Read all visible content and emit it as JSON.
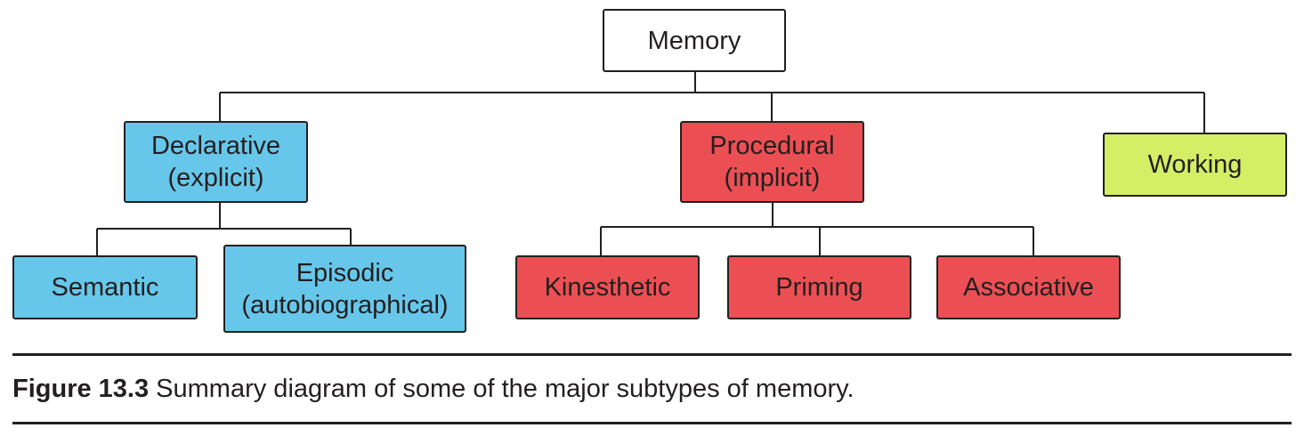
{
  "diagram": {
    "root": {
      "label": "Memory"
    },
    "declarative": {
      "line1": "Declarative",
      "line2": "(explicit)"
    },
    "procedural": {
      "line1": "Procedural",
      "line2": "(implicit)"
    },
    "working": {
      "label": "Working"
    },
    "semantic": {
      "label": "Semantic"
    },
    "episodic": {
      "line1": "Episodic",
      "line2": "(autobiographical)"
    },
    "kinesthetic": {
      "label": "Kinesthetic"
    },
    "priming": {
      "label": "Priming"
    },
    "associative": {
      "label": "Associative"
    },
    "colors": {
      "root": "#ffffff",
      "declarative": "#67c7ea",
      "procedural": "#ec4f53",
      "working": "#d4ee66",
      "outline": "#231f20"
    }
  },
  "caption": {
    "label": "Figure 13.3",
    "text": " Summary diagram of some of the major subtypes of memory."
  }
}
